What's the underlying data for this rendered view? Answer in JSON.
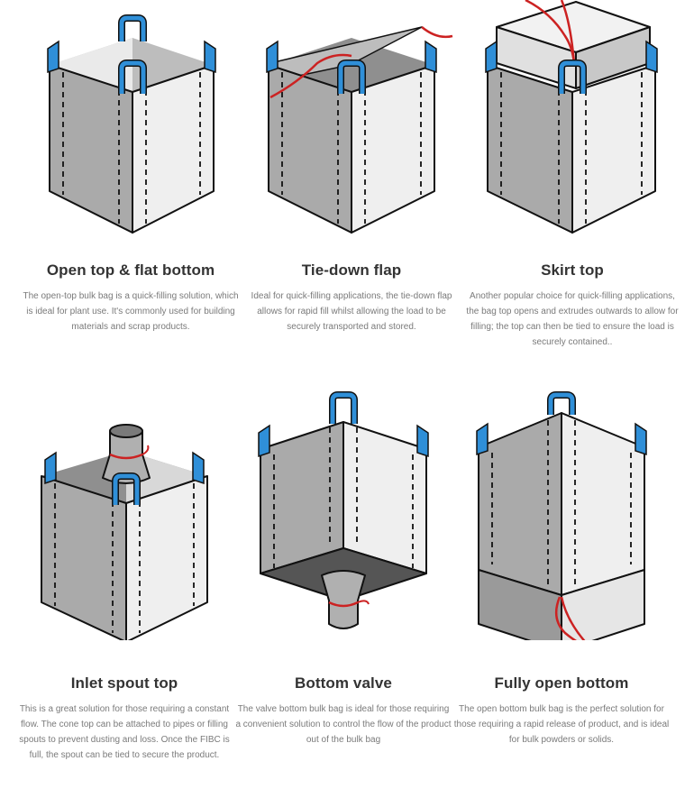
{
  "colors": {
    "loop": "#2f8fd8",
    "tie": "#cc2222",
    "panel_dark": "#aaaaaa",
    "panel_light": "#efefef",
    "title": "#333333",
    "desc": "#7a7a7a"
  },
  "bags": [
    {
      "title": "Open top & flat bottom",
      "description": "The open-top bulk bag is a quick-filling solution, which is ideal for plant use. It's commonly used for building materials and scrap products."
    },
    {
      "title": "Tie-down flap",
      "description": "Ideal for quick-filling applications, the tie-down flap allows for rapid fill whilst allowing the load to be securely transported and stored."
    },
    {
      "title": "Skirt top",
      "description": "Another popular choice for quick-filling applications, the bag top opens and extrudes outwards to allow for filling; the top can then be tied to ensure the load is securely contained.."
    },
    {
      "title": "Inlet spout top",
      "description": "This is a great solution for those requiring a constant flow. The cone top can be attached to pipes or filling spouts to prevent dusting and loss. Once the FIBC is full, the spout can be tied to secure the product."
    },
    {
      "title": "Bottom valve",
      "description": "The valve bottom bulk bag is ideal for those requiring a convenient solution to control the flow of the product out of the bulk bag"
    },
    {
      "title": "Fully open bottom",
      "description": "The open bottom bulk bag is the perfect solution for those requiring a rapid release of product, and is ideal for bulk powders or solids."
    }
  ]
}
